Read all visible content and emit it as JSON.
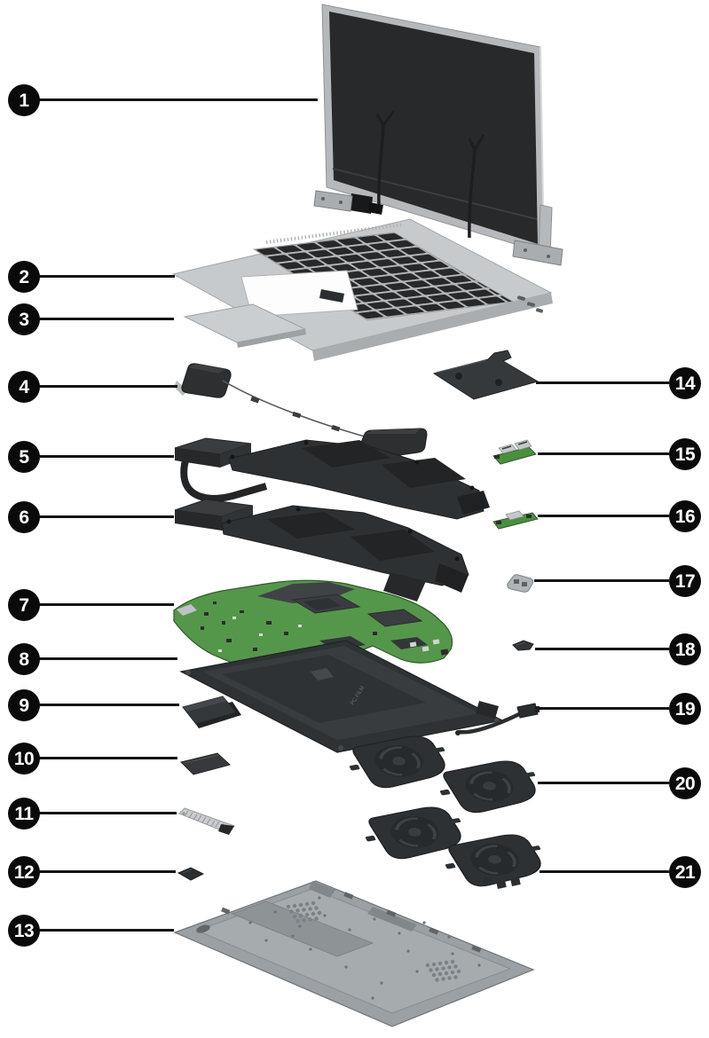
{
  "figure": {
    "type": "exploded-parts-diagram",
    "device": "laptop",
    "background_color": "#ffffff",
    "badge_color": "#0a0a0a",
    "badge_text_color": "#ffffff",
    "lead_line_color": "#141414",
    "board_green": "#55974a",
    "metal_silver": "#c7cacc",
    "dark_part_gray": "#2e3133",
    "battery_label": "PC FILM",
    "callouts": [
      {
        "label": "1",
        "part": "display-assembly"
      },
      {
        "label": "2",
        "part": "keyboard-top-cover"
      },
      {
        "label": "3",
        "part": "touchpad"
      },
      {
        "label": "4",
        "part": "speakers-with-cable"
      },
      {
        "label": "5",
        "part": "heat-sink-upper"
      },
      {
        "label": "6",
        "part": "heat-sink-lower"
      },
      {
        "label": "7",
        "part": "system-board"
      },
      {
        "label": "8",
        "part": "battery"
      },
      {
        "label": "9",
        "part": "solid-state-drive-module"
      },
      {
        "label": "10",
        "part": "solid-state-drive"
      },
      {
        "label": "11",
        "part": "drive-shield"
      },
      {
        "label": "12",
        "part": "wlan-module"
      },
      {
        "label": "13",
        "part": "bottom-cover"
      },
      {
        "label": "14",
        "part": "connector-cover-plate"
      },
      {
        "label": "15",
        "part": "usb-board"
      },
      {
        "label": "16",
        "part": "io-board"
      },
      {
        "label": "17",
        "part": "connector-bracket"
      },
      {
        "label": "18",
        "part": "sensor-board"
      },
      {
        "label": "19",
        "part": "power-connector-cable"
      },
      {
        "label": "20",
        "part": "fan-pair-front"
      },
      {
        "label": "21",
        "part": "fan-pair-rear"
      }
    ]
  }
}
